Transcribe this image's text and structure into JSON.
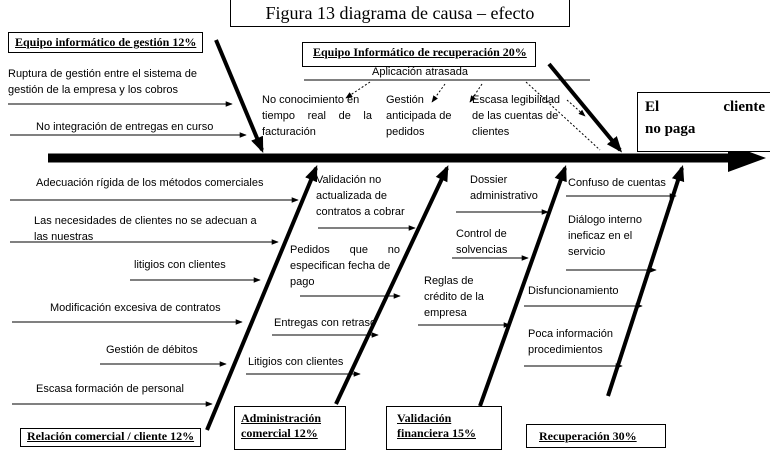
{
  "title": "Figura 13 diagrama de causa – efecto",
  "effect": {
    "line1": "El cliente",
    "line2": "no paga"
  },
  "categories": {
    "equipo_gestion": "Equipo informático de gestión  12%",
    "equipo_recuperacion": "Equipo Informático de recuperación 20%",
    "relacion_comercial": "Relación comercial / cliente 12%",
    "administracion": {
      "line1": "Administración",
      "line2": "comercial 12%"
    },
    "validacion": {
      "line1": "Validación",
      "line2": "financiera 15%"
    },
    "recuperacion": "Recuperación 30%"
  },
  "causes": {
    "ruptura": {
      "line1": "Ruptura de gestión entre el sistema de",
      "line2": "gestión de la empresa y los cobros"
    },
    "no_integracion": "No integración de entregas en curso",
    "aplicacion": "Aplicación atrasada",
    "no_conocimiento": {
      "line1": "No conocimiento en",
      "line2": "tiempo real de la",
      "line3": "facturación"
    },
    "gestion_anticipada": {
      "line1": "Gestión",
      "line2": "anticipada de",
      "line3": "pedidos"
    },
    "escasa_legibilidad": {
      "line1": "Escasa legibilidad",
      "line2": "de las cuentas de",
      "line3": "clientes"
    },
    "adecuacion": "Adecuación rígida de los métodos comerciales",
    "necesidades": {
      "line1": "Las necesidades de clientes no se adecuan a",
      "line2": "las nuestras"
    },
    "litigios_r": "litigios con clientes",
    "modificacion": "Modificación excesiva de contratos",
    "gestion_debitos": "Gestión de débitos",
    "escasa_formacion": "Escasa formación de personal",
    "validacion_no": {
      "line1": "Validación no",
      "line2": "actualizada de",
      "line3": "contratos a cobrar"
    },
    "pedidos": {
      "line1": "Pedidos que no",
      "line2": "especifican fecha de",
      "line3": "pago"
    },
    "entregas": "Entregas con retraso",
    "litigios_a": "Litigios con clientes",
    "dossier": {
      "line1": "Dossier",
      "line2": "administrativo"
    },
    "control": {
      "line1": "Control de",
      "line2": "solvencias"
    },
    "reglas": {
      "line1": "Reglas de",
      "line2": "crédito de la",
      "line3": "empresa"
    },
    "confuso": "Confuso de cuentas",
    "dialogo": {
      "line1": "Diálogo interno",
      "line2": "ineficaz en el",
      "line3": "servicio"
    },
    "disfuncionamiento": "Disfuncionamiento",
    "poca": {
      "line1": "Poca información",
      "line2": "procedimientos"
    }
  }
}
